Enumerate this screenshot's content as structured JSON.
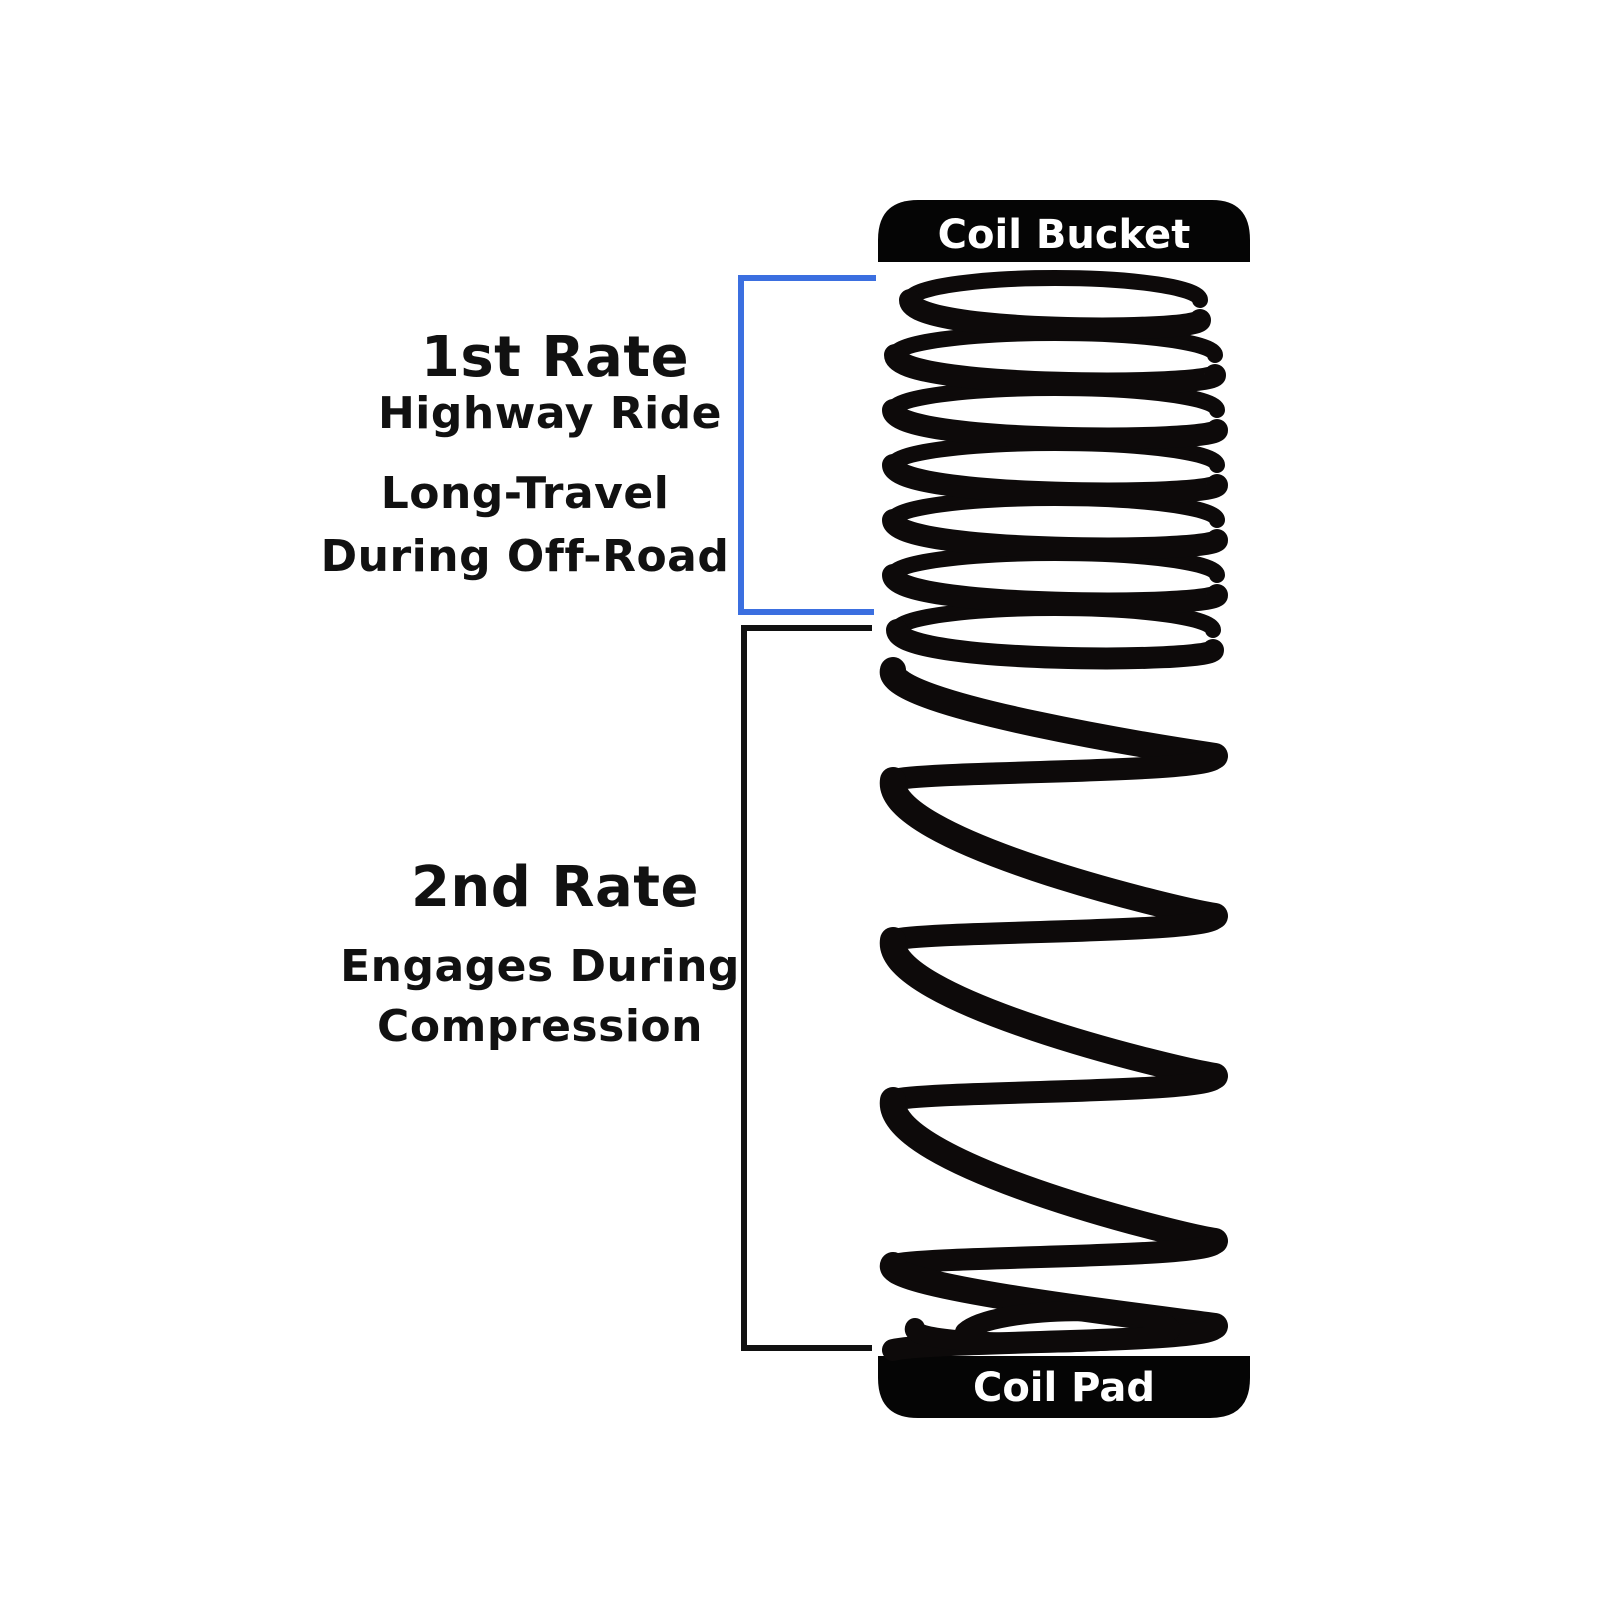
{
  "top_cap": {
    "label": "Coil Bucket"
  },
  "bottom_cap": {
    "label": "Coil Pad"
  },
  "first_rate": {
    "title": "1st Rate",
    "line1": "Highway Ride",
    "line2": "Long-Travel",
    "line3": "During Off-Road"
  },
  "second_rate": {
    "title": "2nd Rate",
    "line1": "Engages During",
    "line2": "Compression"
  },
  "colors": {
    "first_rate_bracket": "#3b6fe0",
    "second_rate_bracket": "#111111",
    "cap_fill": "#050505",
    "spring": "#0d0a0a",
    "text": "#111111"
  },
  "icons": {
    "spring": "coil-spring-icon"
  }
}
